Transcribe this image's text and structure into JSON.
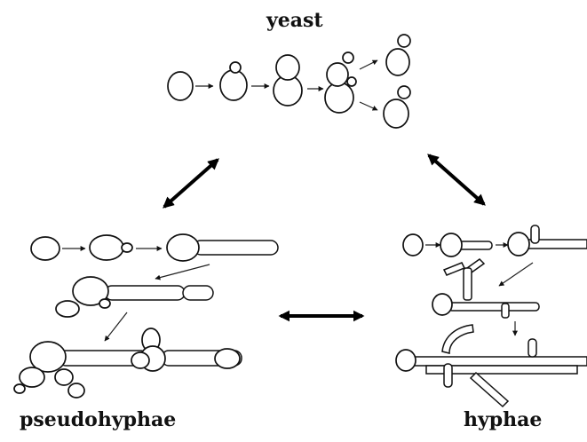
{
  "labels": {
    "yeast": "yeast",
    "pseudohyphae": "pseudohyphae",
    "hyphae": "hyphae"
  },
  "colors": {
    "line": "#111111",
    "background": "#ffffff"
  }
}
